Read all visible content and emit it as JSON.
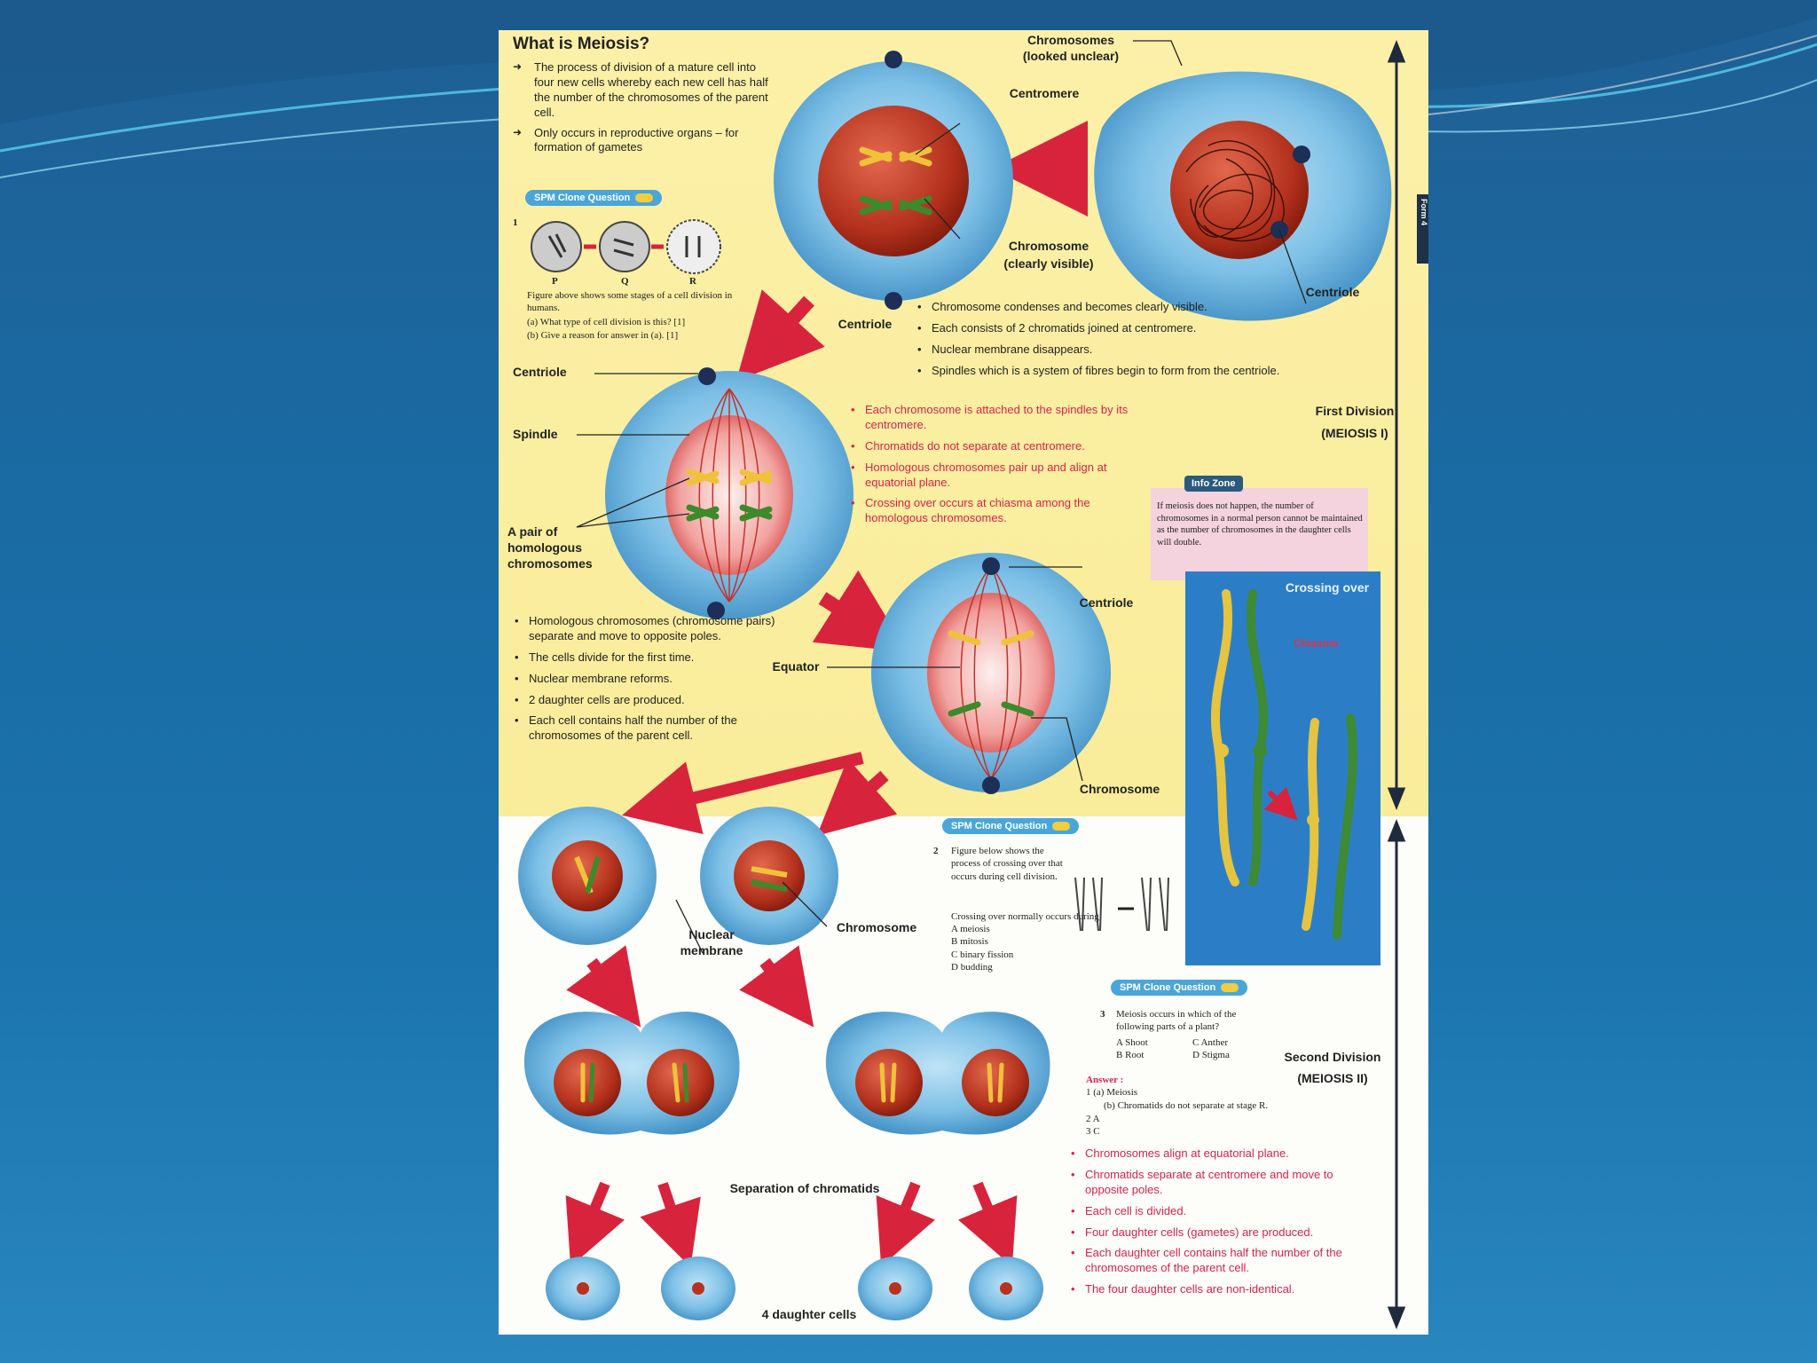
{
  "intro": {
    "title": "What is Meiosis?",
    "points": [
      "The process of division of a mature cell into four new cells whereby each new cell has half the number of the chromosomes of the parent cell.",
      "Only occurs in reproductive organs – for formation of gametes"
    ]
  },
  "spm_badge": "SPM",
  "spm_badge_sub": "Clone Question",
  "q1": {
    "number": "1",
    "stage_labels": [
      "P",
      "Q",
      "R"
    ],
    "text": "Figure above shows some stages of a cell division in humans.",
    "a": "(a) What type of cell division is this? [1]",
    "b": "(b) Give a reason for answer in (a). [1]"
  },
  "labels": {
    "chromosomes_unclear": "Chromosomes",
    "looked_unclear": "(looked unclear)",
    "centromere": "Centromere",
    "chromosome_visible": "Chromosome",
    "clearly_visible": "(clearly visible)",
    "centriole": "Centriole",
    "spindle": "Spindle",
    "homologous_pair": "A pair of homologous chromosomes",
    "equator": "Equator",
    "chromosome": "Chromosome",
    "nuclear_membrane": "Nuclear membrane",
    "separation": "Separation of chromatids",
    "four_daughter": "4 daughter cells",
    "first_division": "First Division",
    "meiosis_1": "(MEIOSIS I)",
    "second_division": "Second Division",
    "meiosis_2": "(MEIOSIS II)",
    "crossing_over": "Crossing over",
    "chiasma": "Chiasma",
    "form": "Form 4"
  },
  "prophase_points": [
    "Chromosome condenses and becomes clearly visible.",
    "Each consists of 2 chromatids joined at centromere.",
    "Nuclear membrane disappears.",
    "Spindles which is a system of fibres begin to form from the centriole."
  ],
  "metaphase_points": [
    "Each chromosome is attached to the spindles by its centromere.",
    "Chromatids do not separate at centromere.",
    "Homologous chromosomes pair up and align at equatorial plane.",
    "Crossing over occurs at chiasma among the homologous chromosomes."
  ],
  "anaphase_points": [
    "Homologous chromosomes (chromosome pairs) separate and move to opposite poles.",
    "The cells divide for the first time.",
    "Nuclear membrane reforms.",
    "2 daughter cells are produced.",
    "Each cell contains half the number of the chromosomes of the parent cell."
  ],
  "info_zone": {
    "title": "Info Zone",
    "text": "If meiosis does not happen, the number of chromosomes in a normal person cannot be maintained as the number of chromosomes in the daughter cells will double."
  },
  "q2": {
    "number": "2",
    "text": "Figure below shows the process of crossing over that occurs during cell division.",
    "prompt": "Crossing over normally occurs during",
    "options": [
      "A meiosis",
      "B mitosis",
      "C binary fission",
      "D budding"
    ]
  },
  "q3": {
    "number": "3",
    "text": "Meiosis occurs in which of the following parts of a plant?",
    "options": [
      "A Shoot",
      "C Anther",
      "B Root",
      "D Stigma"
    ]
  },
  "answer": {
    "heading": "Answer :",
    "lines": [
      "1 (a) Meiosis",
      "(b) Chromatids do not separate at stage R.",
      "2 A",
      "3 C"
    ]
  },
  "meiosis2_points": [
    "Chromosomes align at equatorial plane.",
    "Chromatids separate at centromere and move to opposite poles.",
    "Each cell is divided.",
    "Four daughter cells (gametes) are produced.",
    "Each daughter cell contains half the number of the chromosomes of the parent cell.",
    "The four daughter cells are non-identical."
  ],
  "colors": {
    "cell_blue": "#58a6d4",
    "nucleus_red": "#b8321f",
    "arrow_red": "#d8233d",
    "poster_yellow": "#fcf0a8",
    "bg_blue": "#1b6aa3"
  }
}
